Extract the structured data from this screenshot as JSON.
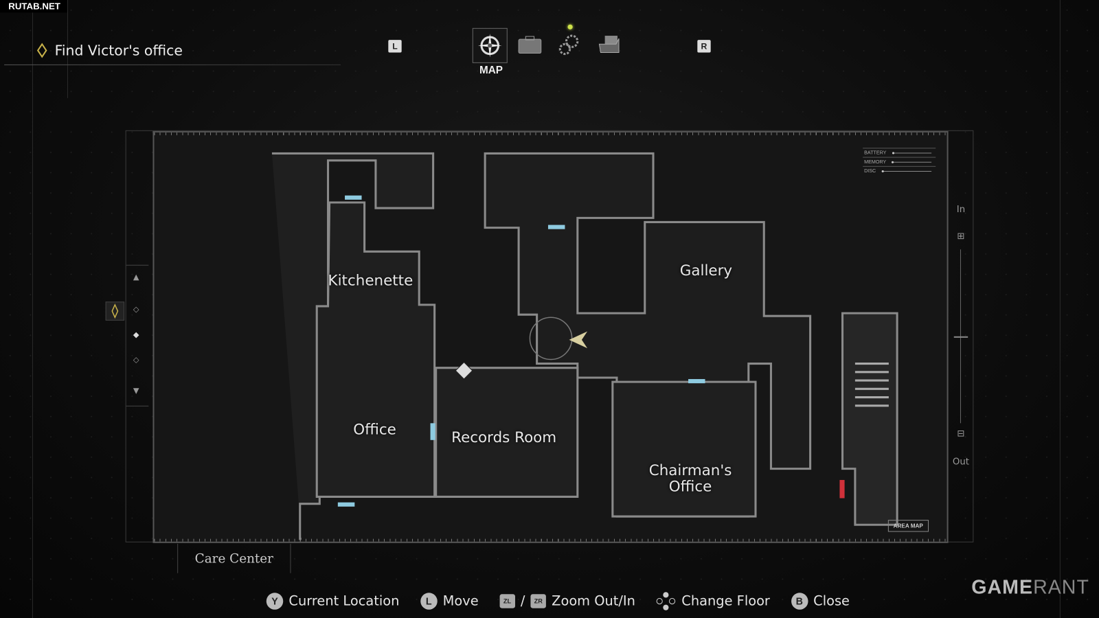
{
  "watermark": "RUTAB.NET",
  "objective": "Find Victor's office",
  "tabs": {
    "left_key": "L",
    "right_key": "R",
    "active_label": "MAP",
    "items": [
      "map",
      "inventory",
      "settings",
      "files"
    ]
  },
  "map": {
    "area_name": "Care Center",
    "rooms": {
      "kitchenette": "Kitchenette",
      "gallery": "Gallery",
      "office": "Office",
      "records": "Records Room",
      "chairman_line1": "Chairman's",
      "chairman_line2": "Office"
    },
    "status": {
      "battery": "BATTERY",
      "memory": "MEMORY",
      "disc": "DISC"
    },
    "area_map_button": "AREA MAP",
    "zoom_in": "In",
    "zoom_out": "Out"
  },
  "controls": [
    {
      "key": "Y",
      "label": "Current Location"
    },
    {
      "key": "L",
      "label": "Move"
    },
    {
      "key": "ZL",
      "sep": "/",
      "key2": "ZR",
      "label": "Zoom Out/In"
    },
    {
      "key": "dpad",
      "label": "Change Floor"
    },
    {
      "key": "B",
      "label": "Close"
    }
  ],
  "brand": {
    "bold": "GAME",
    "light": "RANT"
  },
  "colors": {
    "door": "#8ecbe0",
    "locked_door": "#d0313a",
    "objective": "#c8b24a",
    "player": "#d8cfa0"
  }
}
